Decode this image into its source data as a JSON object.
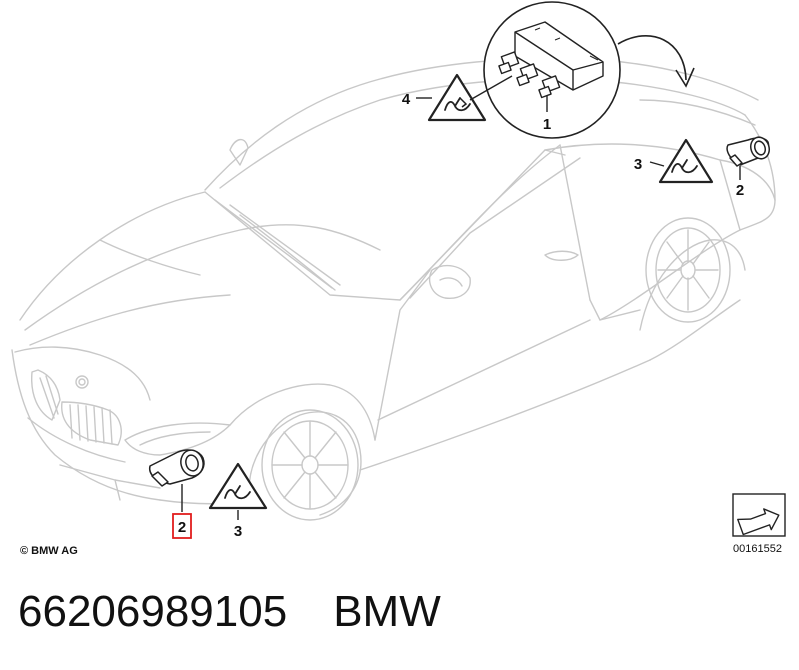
{
  "diagram": {
    "callouts": {
      "front_sensor": "2",
      "rear_sensor": "2",
      "module": "1",
      "warning_front": "3",
      "warning_rear": "3",
      "warning_top": "4"
    },
    "copyright": "© BMW AG",
    "image_number": "00161552",
    "colors": {
      "outline": "#c8c8c8",
      "parts": "#222222",
      "highlight_box": "#e11d1d",
      "callout_text": "#111111"
    },
    "icons": [
      "car-outline-drawing",
      "parking-sensor-icon",
      "control-module-icon",
      "warning-triangle-icon",
      "direction-arrow-icon"
    ]
  },
  "caption": {
    "part_number": "66206989105",
    "brand": "BMW"
  }
}
